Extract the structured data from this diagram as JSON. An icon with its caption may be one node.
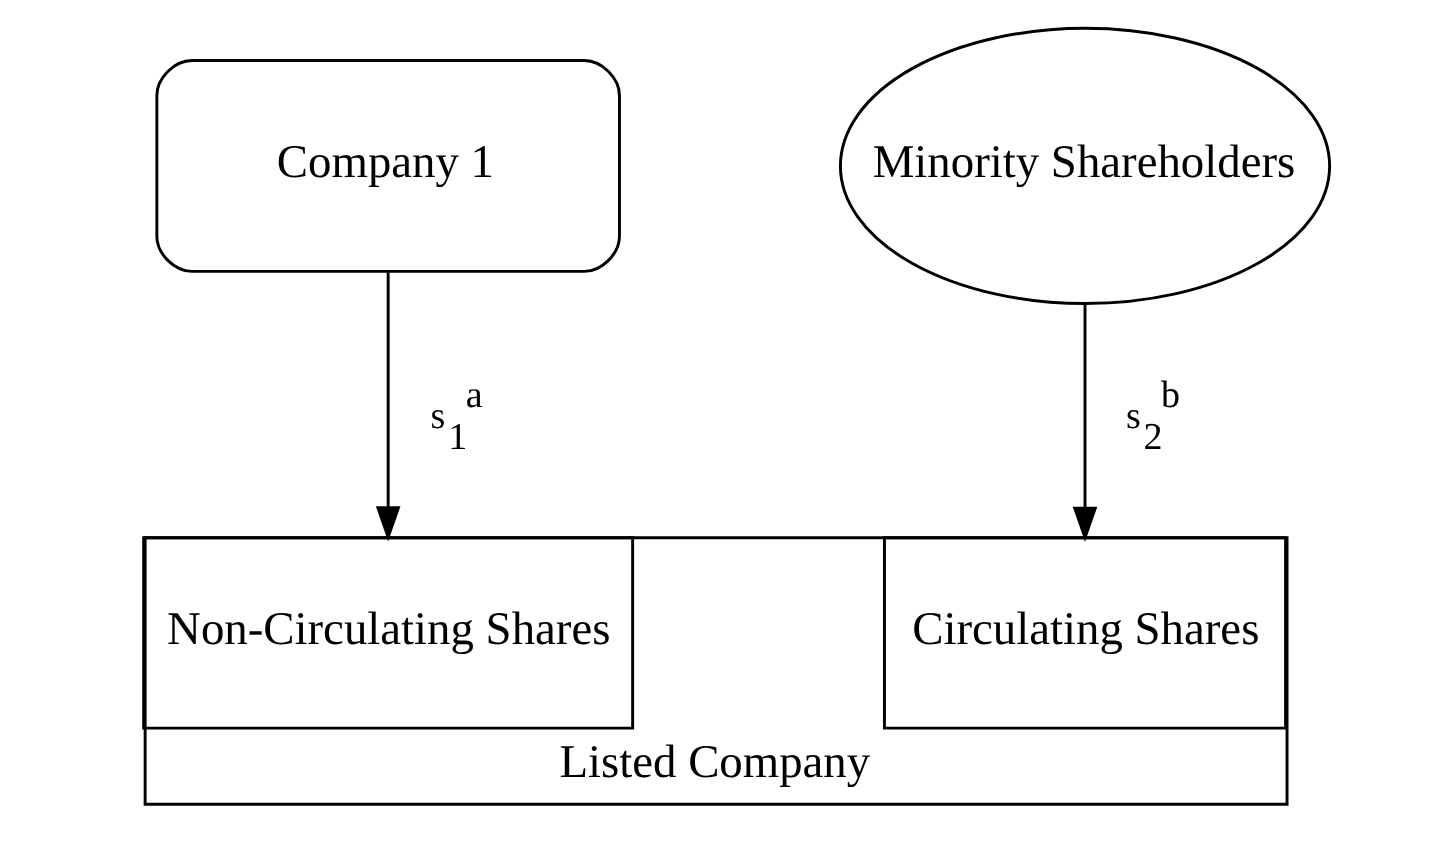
{
  "diagram": {
    "nodes": [
      {
        "text": [
          "Company 1"
        ]
      },
      {
        "text": [
          "Minority Shareholders"
        ]
      },
      {
        "text": [
          "Listed Company"
        ]
      },
      {
        "text": [
          "Non-Circulating Shares"
        ],
        "in": 2
      },
      {
        "text": [
          "Circulating Shares"
        ],
        "in": 2
      }
    ],
    "edges": [
      {
        "from": 0,
        "to": 3,
        "arrow": "to",
        "label": "s$_{1}$$^{a}$"
      },
      {
        "from": 1,
        "to": 4,
        "arrow": "to",
        "label": "s$_{2}$$^{b}$"
      }
    ]
  }
}
